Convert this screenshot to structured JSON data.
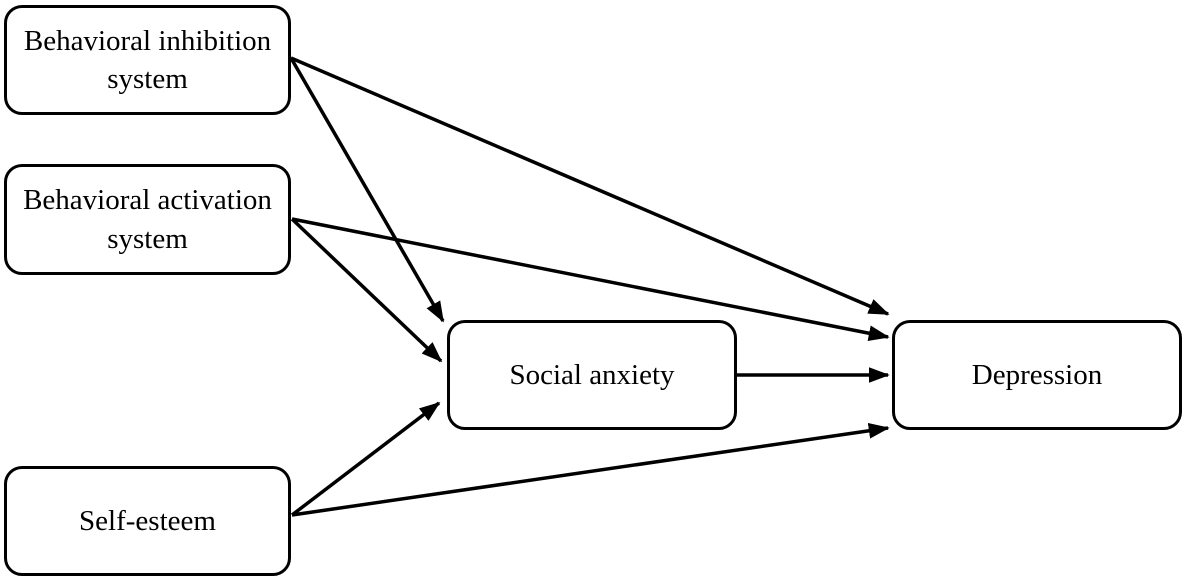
{
  "diagram": {
    "type": "path-model",
    "stroke_color": "#000000",
    "node_fill": "#ffffff",
    "nodes": [
      {
        "id": "bis",
        "label": "Behavioral inhibition system"
      },
      {
        "id": "bas",
        "label": "Behavioral activation system"
      },
      {
        "id": "se",
        "label": "Self-esteem"
      },
      {
        "id": "sa",
        "label": "Social anxiety"
      },
      {
        "id": "dep",
        "label": "Depression"
      }
    ],
    "edges": [
      {
        "from": "bis",
        "to": "sa"
      },
      {
        "from": "bis",
        "to": "dep"
      },
      {
        "from": "bas",
        "to": "sa"
      },
      {
        "from": "bas",
        "to": "dep"
      },
      {
        "from": "se",
        "to": "sa"
      },
      {
        "from": "se",
        "to": "dep"
      },
      {
        "from": "sa",
        "to": "dep"
      }
    ]
  }
}
